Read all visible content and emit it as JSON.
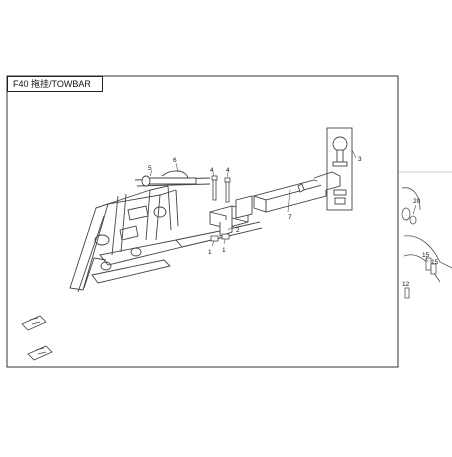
{
  "header": {
    "title": "F40 拖挂/TOWBAR"
  },
  "callouts": {
    "c1a": "1",
    "c1b": "1",
    "c2": "2",
    "c3": "3",
    "c4a": "4",
    "c4b": "4",
    "c5": "5",
    "c6": "6",
    "c7": "7",
    "c12": "12",
    "c15a": "15",
    "c15b": "15",
    "c20": "20"
  },
  "colors": {
    "line": "#444444",
    "frame": "#333333"
  }
}
